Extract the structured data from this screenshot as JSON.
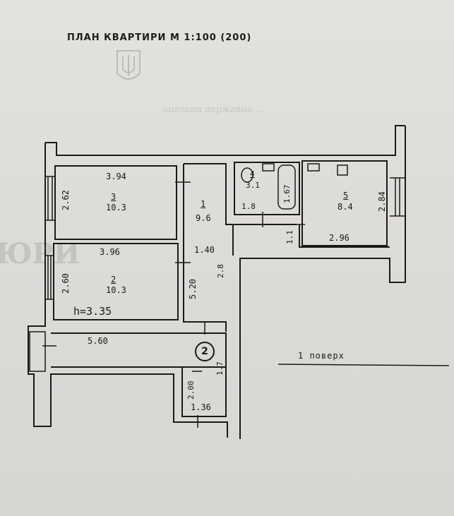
{
  "title": "ПЛАН КВАРТИРИ М 1:100 (200)",
  "floor_label": "1 поверх",
  "section_mark": "2",
  "ceiling_height": "h=3.35",
  "rooms": [
    {
      "number": "3",
      "area": "10.3",
      "width": "3.94",
      "depth": "2.62"
    },
    {
      "number": "2",
      "area": "10.3",
      "width": "3.96",
      "depth": "2.60"
    },
    {
      "number": "1",
      "area": "9.6",
      "width": "1.40",
      "depth": "5.20"
    },
    {
      "number": "4",
      "area": "3.1",
      "width": "1.8",
      "depth": "1.67"
    },
    {
      "number": "5",
      "area": "8.4",
      "width": "2.96",
      "depth": "2.84"
    }
  ],
  "dimensions": {
    "corridor_width": "1.1",
    "hall_side": "2.8",
    "entry_length": "5.60",
    "vestibule_width": "1.36",
    "vestibule_depth": "2.00",
    "vestibule_side": "1.7"
  },
  "background_text": {
    "stamp_line": "ональна державна ...",
    "watermark": "ЮРИ"
  },
  "colors": {
    "ink": "#1a1a1a",
    "paper": "#dedcd9"
  }
}
